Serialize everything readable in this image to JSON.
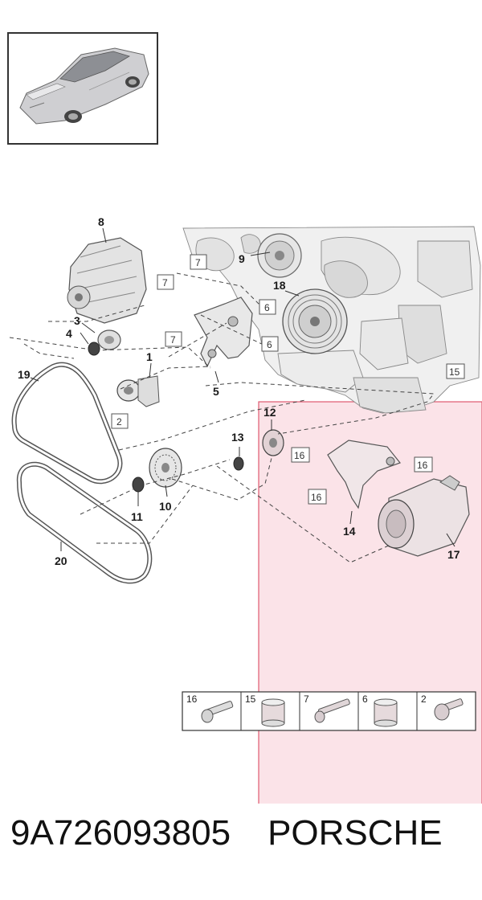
{
  "callouts": {
    "c1": "1",
    "c2": "2",
    "c3": "3",
    "c4": "4",
    "c5": "5",
    "c6": "6",
    "c7": "7",
    "c8": "8",
    "c9": "9",
    "c10": "10",
    "c11": "11",
    "c12": "12",
    "c13": "13",
    "c14": "14",
    "c15": "15",
    "c16": "16",
    "c17": "17",
    "c18": "18",
    "c19": "19",
    "c20": "20"
  },
  "boxed_refs": {
    "b7a": "7",
    "b7b": "7",
    "b7c": "7",
    "b6a": "6",
    "b6b": "6",
    "b2": "2",
    "b15": "15",
    "b16a": "16",
    "b16b": "16",
    "b16c": "16"
  },
  "fastener_table": [
    "16",
    "15",
    "7",
    "6",
    "2"
  ],
  "part_number": "9A726093805",
  "brand": "PORSCHE",
  "colors": {
    "highlight_fill": "#fbe3e8",
    "highlight_stroke": "#e05a70"
  }
}
